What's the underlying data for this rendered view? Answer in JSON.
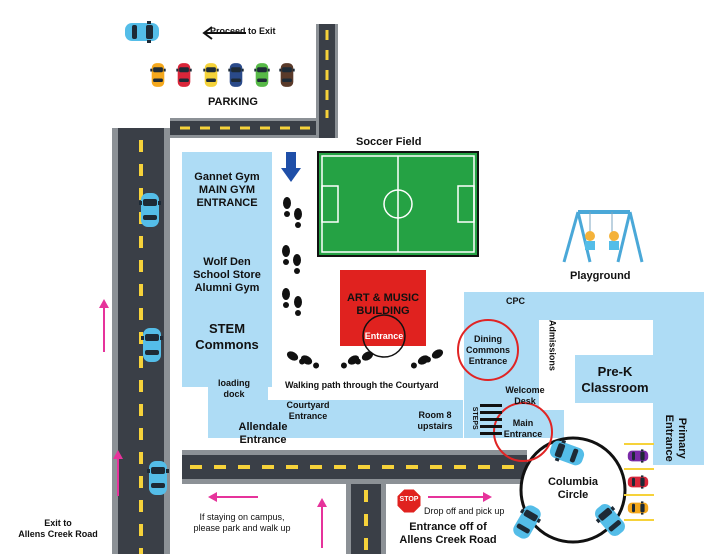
{
  "colors": {
    "building": "#aedcf5",
    "road": "#3a3f47",
    "road_edge": "#8c9196",
    "lane": "#f6d23a",
    "field": "#25a244",
    "art_building": "#e0221f",
    "arrow_pink": "#e6339b",
    "arrow_blue": "#1f4fa8",
    "circle_red": "#e02424"
  },
  "icons": {
    "car": "car-icon",
    "footprints": "footprints-icon",
    "stop": "stop-sign-icon",
    "swing": "swing-icon",
    "arrow": "arrow-icon"
  },
  "labels": {
    "proceed_to_exit": "Proceed to Exit",
    "parking": "PARKING",
    "soccer_field": "Soccer Field",
    "gannet_gym": "Gannet Gym",
    "main_gym_entrance_1": "MAIN GYM",
    "main_gym_entrance_2": "ENTRANCE",
    "wolf_den": "Wolf Den",
    "school_store": "School Store",
    "alumni_gym": "Alumni Gym",
    "stem": "STEM",
    "commons": "Commons",
    "loading_1": "loading",
    "loading_2": "dock",
    "art_music_1": "ART & MUSIC",
    "art_music_2": "BUILDING",
    "art_entrance": "Entrance",
    "walking_path": "Walking path through the Courtyard",
    "playground": "Playground",
    "cpc": "CPC",
    "admissions": "Admissions",
    "dining_1": "Dining",
    "dining_2": "Commons",
    "dining_3": "Entrance",
    "welcome_1": "Welcome",
    "welcome_2": "Desk",
    "prek_1": "Pre-K",
    "prek_2": "Classroom",
    "primary_1": "Primary",
    "primary_2": "Entrance",
    "courtyard_1": "Courtyard",
    "courtyard_2": "Entrance",
    "room8_1": "Room 8",
    "room8_2": "upstairs",
    "steps": "STEPS",
    "main_entrance_1": "Main",
    "main_entrance_2": "Entrance",
    "allendale_1": "Allendale",
    "allendale_2": "Entrance",
    "columbia_1": "Columbia",
    "columbia_2": "Circle",
    "stop": "STOP",
    "drop_off": "Drop off and pick up",
    "entrance_off_1": "Entrance off of",
    "entrance_off_2": "Allens Creek Road",
    "staying_1": "If staying on campus,",
    "staying_2": "please park and walk up",
    "exit_to_1": "Exit to",
    "exit_to_2": "Allens Creek Road"
  }
}
